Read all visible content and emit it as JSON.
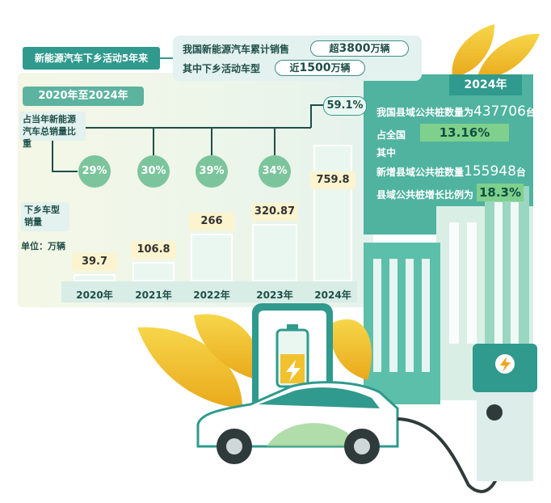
{
  "header": {
    "ribbon_label": "新能源汽车下乡活动5年来",
    "summary": {
      "total_sales_label": "我国新能源汽车累计销售",
      "total_sales_prefix": "超",
      "total_sales_value": "3800",
      "total_sales_unit": "万辆",
      "campaign_models_label": "其中下乡活动车型",
      "campaign_models_prefix": "近",
      "campaign_models_value": "1500",
      "campaign_models_unit": "万辆"
    }
  },
  "chart": {
    "period_label": "2020年至2024年",
    "share_label_line1": "占当年新能源",
    "share_label_line2": "汽车总销量比重",
    "sales_label_line1": "下乡车型",
    "sales_label_line2": "销量",
    "unit_label": "单位：万辆"
  },
  "chart_data": {
    "type": "bar",
    "categories": [
      "2020年",
      "2021年",
      "2022年",
      "2023年",
      "2024年"
    ],
    "series": [
      {
        "values": [
          39.7,
          106.8,
          266,
          320.87,
          759.8
        ]
      }
    ],
    "secondary_series": [
      {
        "values_text": [
          "29%",
          "30%",
          "39%",
          "34%",
          "59.1%"
        ]
      }
    ],
    "ylim": [
      0,
      800
    ]
  },
  "right_panel": {
    "year_title": "2024年",
    "line1_label": "我国县域公共桩数量为",
    "line1_value": "437706",
    "line1_unit": "台",
    "line2_label": "占全国",
    "line2_value": "13.16%",
    "line3_label": "其中",
    "line4_label": "新增县域公共桩数量",
    "line4_value": "155948",
    "line4_unit": "台",
    "line5_label": "县域公共桩增长比例为",
    "line5_value": "18.3%"
  },
  "colors": {
    "teal_dark": "#2f9a8d",
    "teal_panel": "#4fb39f",
    "leaf_yellow": "#f2c12e",
    "green_accent": "#8fcf86",
    "bar_fill": "#eaf7f1"
  },
  "icons": [
    "lightning-icon",
    "battery-icon",
    "phone-illustration",
    "car-illustration",
    "charger-illustration",
    "leaf-decoration",
    "building-illustration"
  ]
}
